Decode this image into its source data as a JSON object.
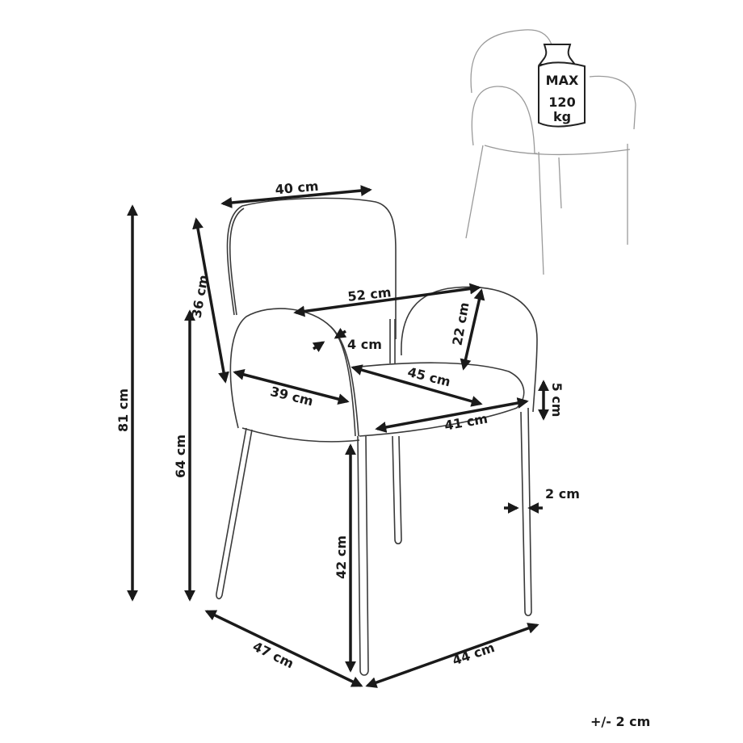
{
  "diagram": {
    "subject": "Armchair dimensions drawing",
    "dimensions": {
      "total_height": "81 cm",
      "armrest_height": "64 cm",
      "seat_height": "42 cm",
      "backrest_height": "36 cm",
      "backrest_width": "40 cm",
      "armrest_span": "52 cm",
      "armrest_thickness": "4 cm",
      "armrest_panel_height": "22 cm",
      "armrest_depth": "39 cm",
      "seat_depth": "45 cm",
      "seat_width": "41 cm",
      "seat_thickness": "5 cm",
      "leg_diameter": "2 cm",
      "depth": "47 cm",
      "width": "44 cm"
    },
    "max_load": {
      "line1": "MAX",
      "value": "120",
      "unit": "kg"
    },
    "tolerance": "+/- 2 cm",
    "colors": {
      "arrow": "#1a1a1a",
      "outline": "#3a3a3a",
      "thumbnail": "#9a9a9a"
    }
  }
}
